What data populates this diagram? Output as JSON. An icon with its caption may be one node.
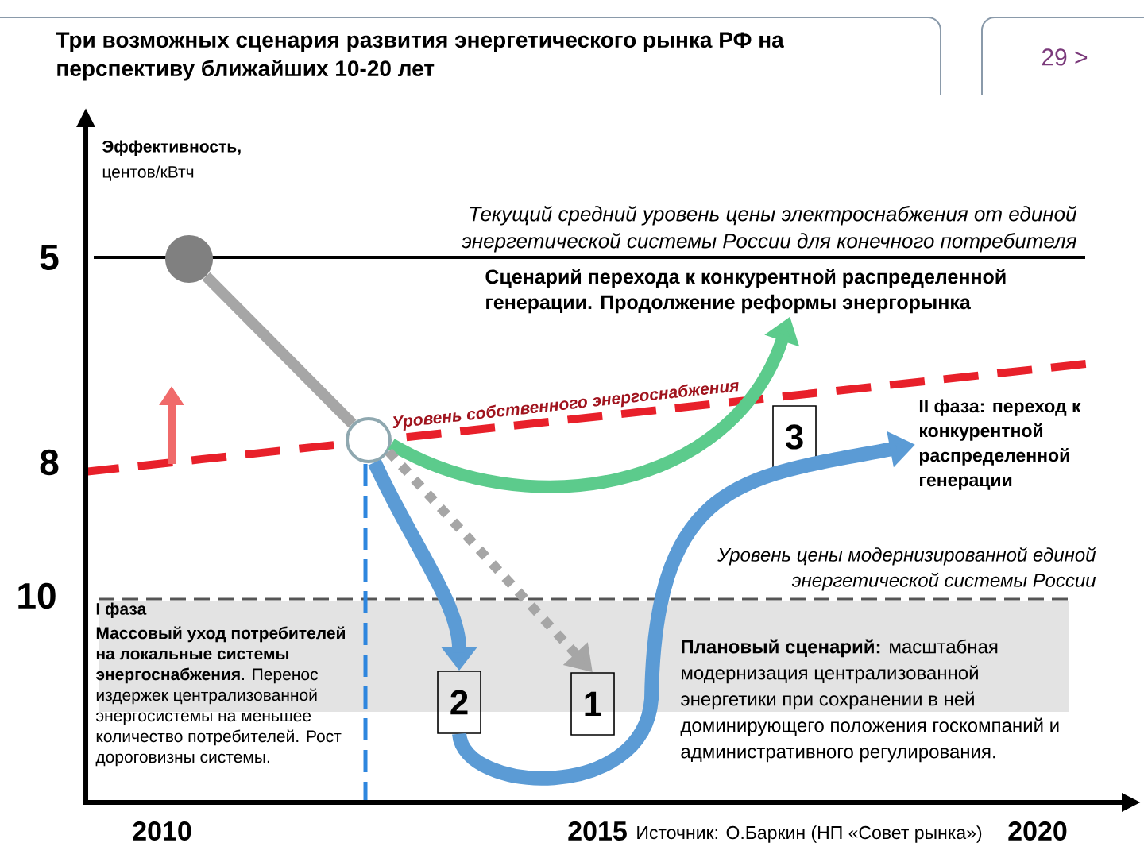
{
  "diagram": {
    "title": "Три возможных сценария развития энергетического рынка РФ на перспективу ближайших 10-20 лет",
    "nodes": [
      {
        "text": [],
        "shape": "circle"
      },
      {
        "text": [],
        "shape": "circle"
      },
      {
        "text": [
          "Сценарий перехода к конкурентной распределенной генерации. Продолжение реформы энергорынка"
        ]
      },
      {
        "text": [
          "3"
        ]
      },
      {
        "text": [
          "II фаза: переход к конкурентной распределенной генерации"
        ]
      },
      {
        "text": [
          "2"
        ]
      },
      {
        "text": [
          "1"
        ]
      }
    ],
    "edges": [
      {
        "from": 0,
        "to": 1,
        "arrow": "none",
        "color": "#a6a6a6"
      },
      {
        "from": 1,
        "to": 2,
        "arrow": "to",
        "color": "#5ccb8c"
      },
      {
        "from": 1,
        "to": 5,
        "arrow": "to",
        "color": "#5b9bd5"
      },
      {
        "from": 5,
        "to": 4,
        "arrow": "to",
        "color": "#5b9bd5"
      },
      {
        "from": 1,
        "to": 6,
        "arrow": "to",
        "style": "dashed",
        "color": "#a6a6a6"
      }
    ],
    "labels": [
      "29 >",
      "Эффективность,",
      "центов/кВтч",
      "Текущий средний уровень цены электроснабжения от единой энергетической системы России для конечного потребителя",
      "5",
      "Уровень собственного энергоснабжения",
      "8",
      "Уровень цены модернизированной единой энергетической системы России",
      "10",
      "I фаза",
      "**Массовый уход потребителей на локальные системы энергоснабжения**. Перенос издержек централизованной энергосистемы на меньшее количество потребителей. Рост дороговизны системы.",
      "**Плановый сценарий:** масштабная модернизация централизованной энергетики при сохранении в ней доминирующего положения госкомпаний и административного регулирования.",
      "2010",
      "2015",
      "Источник: О.Баркин (НП «Совет рынка»)",
      "2020"
    ]
  }
}
